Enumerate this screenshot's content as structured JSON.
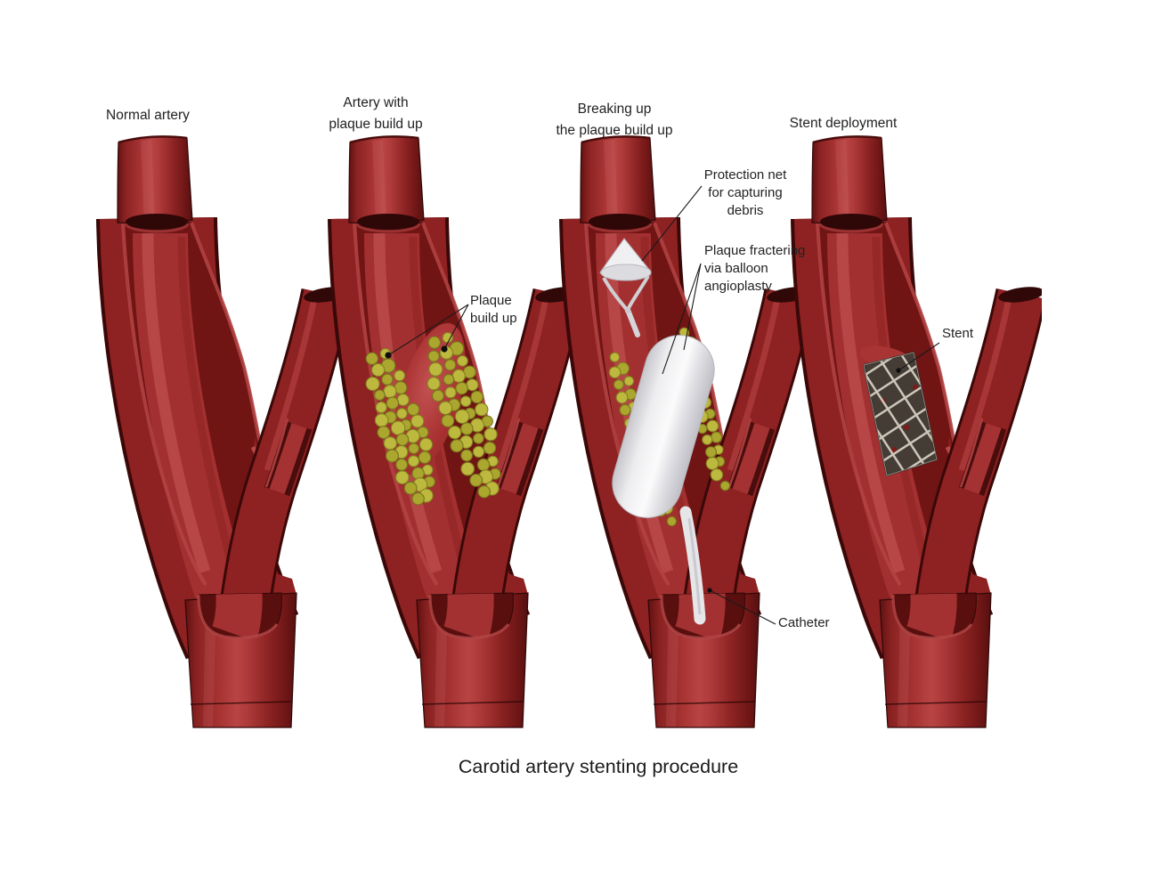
{
  "page": {
    "main_title": "Carotid artery stenting procedure",
    "background": "#ffffff"
  },
  "panels": [
    {
      "key": "normal",
      "title": "Normal artery"
    },
    {
      "key": "plaque",
      "title": "Artery with\nplaque build up"
    },
    {
      "key": "breaking",
      "title": "Breaking up\nthe plaque build up"
    },
    {
      "key": "stent",
      "title": "Stent deployment"
    }
  ],
  "annotations": {
    "plaque_buildup": {
      "label": "Plaque\nbuild up"
    },
    "protection_net": {
      "label": "Protection net\nfor capturing\ndebris"
    },
    "plaque_fracturing": {
      "label": "Plaque fractering\nvia balloon\nangioplasty"
    },
    "catheter": {
      "label": "Catheter"
    },
    "stent": {
      "label": "Stent"
    }
  },
  "colors": {
    "page-bg": "#ffffff",
    "text": "#222222",
    "leader": "#1a1a1a",
    "artery-main": "#8e2121",
    "artery-dark": "#701414",
    "artery-inner": "#a33030",
    "artery-highlight": "#be4e4e",
    "artery-rim": "#2e0707",
    "plaque-yellow": "#bdb93f",
    "plaque-edge": "#84801f",
    "device-white": "#f0f0f2",
    "device-shade": "#c6c6cc",
    "stent-base": "#443c35",
    "stent-wire": "#ccc7ba"
  }
}
